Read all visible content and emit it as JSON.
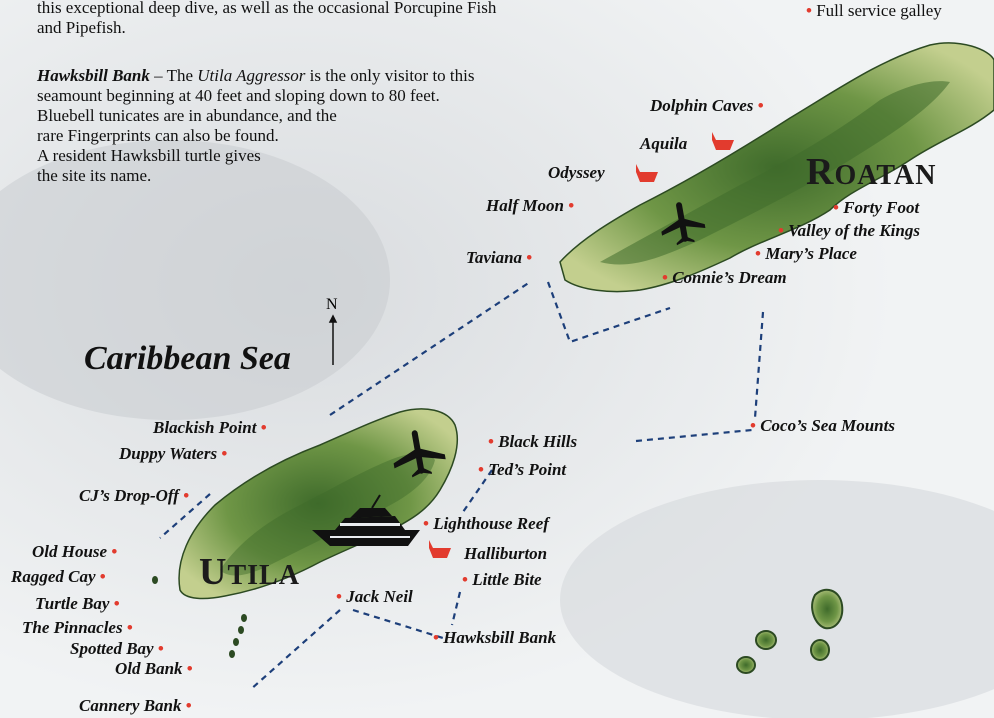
{
  "intro": {
    "line1": "this exceptional deep dive, as well as the occasional Porcupine Fish",
    "line2": "and Pipefish."
  },
  "hawksbill_para": {
    "title": "Hawksbill Bank",
    "dash": " – The ",
    "boat": "Utila Aggressor",
    "rest1": " is the only visitor to this",
    "l2": "seamount beginning at 40 feet and sloping down to 80 feet.",
    "l3": "Bluebell tunicates are in abundance, and the",
    "l4": "rare Fingerprints can also be found.",
    "l5": "A resident Hawksbill turtle gives",
    "l6": "the site its name."
  },
  "amenity": "Full service galley",
  "sea_label": "Caribbean Sea",
  "north_label": "N",
  "islands": {
    "roatan": {
      "cap": "R",
      "rest": "OATAN"
    },
    "utila": {
      "cap": "U",
      "rest": "TILA"
    }
  },
  "sites": {
    "dolphin_caves": "Dolphin Caves",
    "aquila": "Aquila",
    "odyssey": "Odyssey",
    "half_moon": "Half Moon",
    "taviana": "Taviana",
    "forty_foot": "Forty Foot",
    "valley_kings": "Valley of the Kings",
    "marys_place": "Mary’s Place",
    "connies_dream": "Connie’s Dream",
    "cocos_sea_mounts": "Coco’s Sea Mounts",
    "blackish_point": "Blackish Point",
    "duppy_waters": "Duppy Waters",
    "cj_dropoff": "CJ’s Drop-Off",
    "old_house": "Old House",
    "ragged_cay": "Ragged Cay",
    "turtle_bay": "Turtle Bay",
    "pinnacles": "The Pinnacles",
    "spotted_bay": "Spotted Bay",
    "old_bank": "Old Bank",
    "cannery_bank": "Cannery Bank",
    "black_hills": "Black Hills",
    "teds_point": "Ted’s Point",
    "lighthouse_reef": "Lighthouse Reef",
    "halliburton": "Halliburton",
    "little_bite": "Little Bite",
    "jack_neil": "Jack Neil",
    "hawksbill_bank": "Hawksbill Bank"
  },
  "colors": {
    "marker": "#e23b2e",
    "route": "#1d3f7a",
    "land_light": "#a9c07a",
    "land_dark": "#3f6b2b",
    "wreck": "#e23b2e"
  }
}
